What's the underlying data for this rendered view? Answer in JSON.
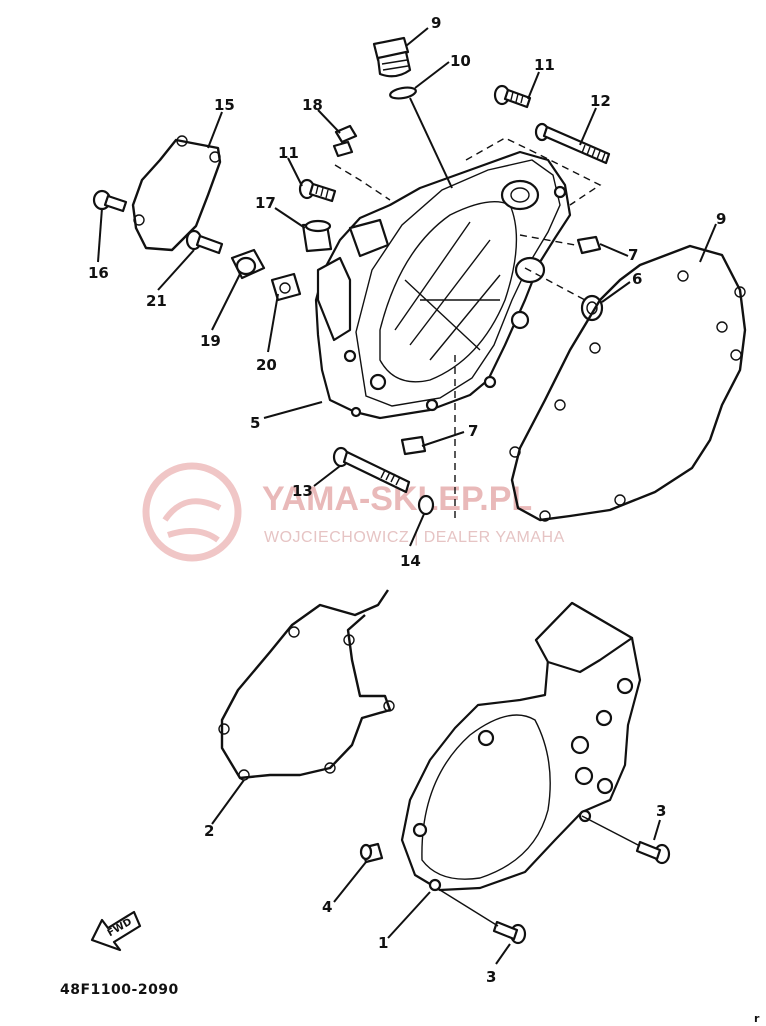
{
  "diagram_code": "48F1100-2090",
  "watermark": {
    "title": "YAMA-SKLEP.PL",
    "subtitle": "WOJCIECHOWICZ | DEALER YAMAHA"
  },
  "fwd_label": "FWD",
  "corner_mark": "r",
  "callouts": {
    "c1": "1",
    "c2": "2",
    "c3a": "3",
    "c3b": "3",
    "c4": "4",
    "c5": "5",
    "c6": "6",
    "c7a": "7",
    "c7b": "7",
    "c9a": "9",
    "c9b": "9",
    "c10": "10",
    "c11a": "11",
    "c11b": "11",
    "c12": "12",
    "c13": "13",
    "c14": "14",
    "c15": "15",
    "c16": "16",
    "c17": "17",
    "c18": "18",
    "c19": "19",
    "c20": "20",
    "c21": "21"
  }
}
